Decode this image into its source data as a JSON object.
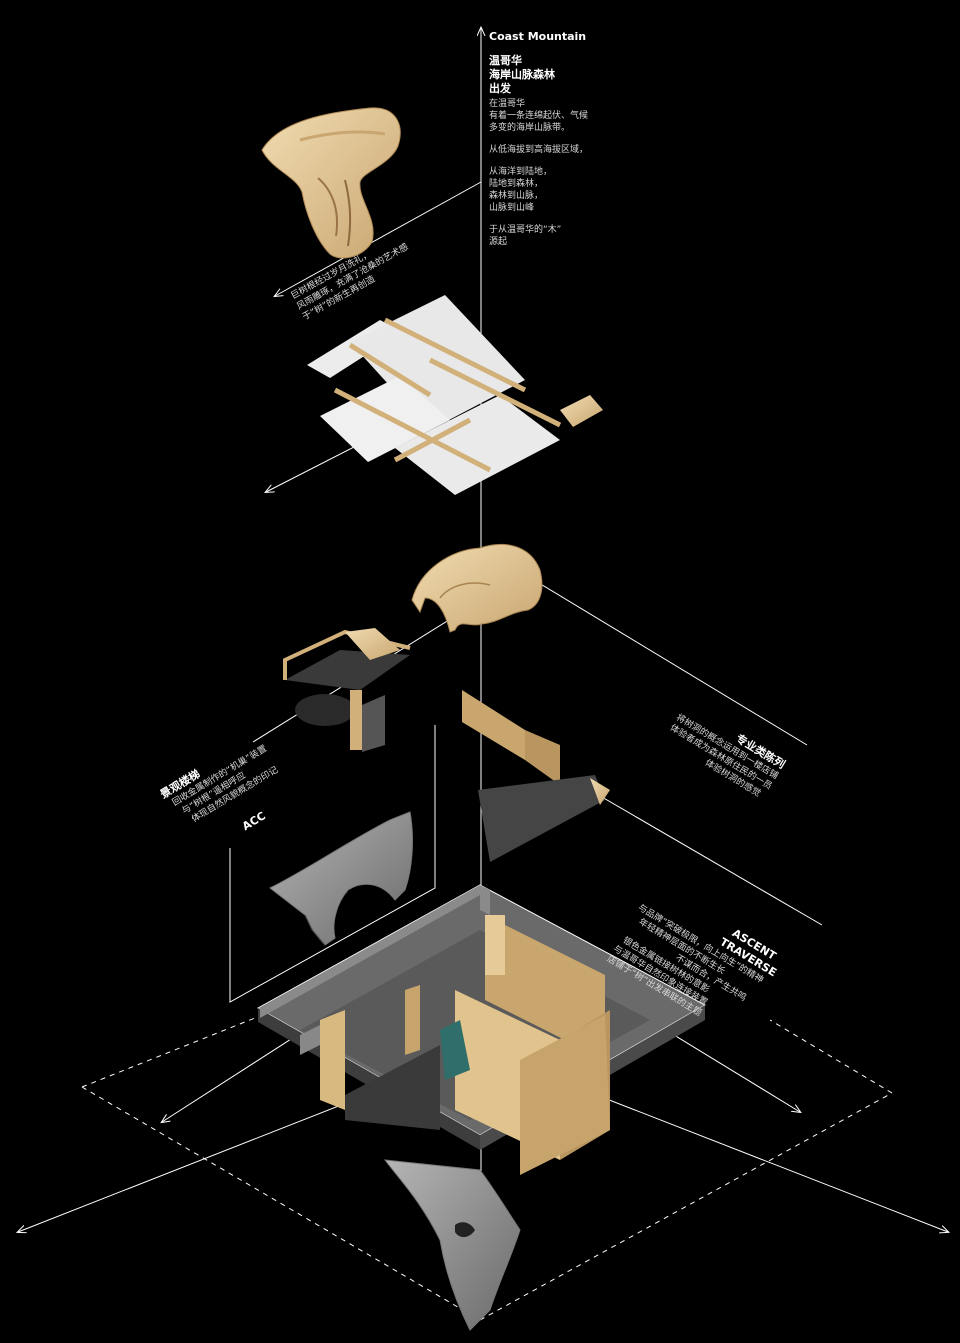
{
  "intro": {
    "title": "Coast Mountain",
    "head_lines": [
      "温哥华",
      "海岸山脉森林",
      "出发"
    ],
    "body_lines": [
      "在温哥华",
      "有着一条连绵起伏、气候",
      "多变的海岸山脉带。",
      "",
      "从低海拔到高海拔区域，",
      "",
      "从海洋到陆地，",
      "陆地到森林，",
      "森林到山脉，",
      "山脉到山峰",
      "",
      "于从温哥华的“木”",
      "源起"
    ]
  },
  "root_note": {
    "lines": [
      "巨树根经过岁月洗礼，",
      "风雨雕琢，充满了沧桑的艺术感",
      "于“树”的新生再创造"
    ]
  },
  "display": {
    "title": "专业类陈列",
    "lines": [
      "将树洞的概念运用到一楼店铺",
      "体验者成为森林原住民的一员",
      "体验树洞的感觉"
    ]
  },
  "stair": {
    "title": "景观楼梯",
    "lines": [
      "回收金属制作的“机巢”装置",
      "与“树根”遥相呼应",
      "体现自然风貌概念的印记"
    ]
  },
  "acc": {
    "label": "ACC"
  },
  "ascent": {
    "title_1": "ASCENT",
    "title_2": "TRAVERSE",
    "lines": [
      "与品牌“突破极限，向上向生”的精神",
      "年轻精神层面的不断生长",
      "不谋而合，产生共鸣",
      "银色金属链接树林的意影",
      "与温哥华自然印象连接装置",
      "店铺于“树”出发串联的主题"
    ]
  },
  "colors": {
    "background": "#000000",
    "line": "#ffffff",
    "wood_light": "#e9d3a8",
    "wood_mid": "#d2b07a",
    "wood_dark": "#a98552",
    "stone": "#8d8d8d",
    "stone_dark": "#555555",
    "floor": "#5e5e5e",
    "paper": "#ededed"
  }
}
